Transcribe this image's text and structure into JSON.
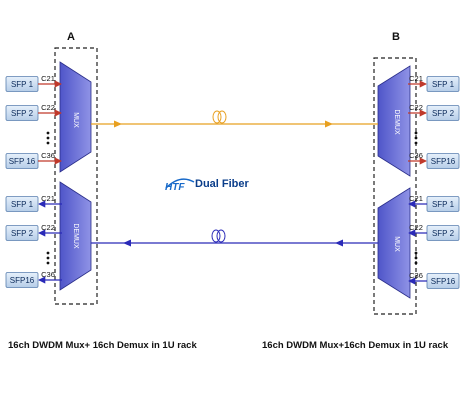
{
  "site_a": {
    "label": "A"
  },
  "site_b": {
    "label": "B"
  },
  "upper_a": {
    "device": "MUX",
    "ports": [
      {
        "sfp": "SFP 1",
        "channel": "C21"
      },
      {
        "sfp": "SFP 2",
        "channel": "C22"
      },
      {
        "sfp": "SFP 16",
        "channel": "C36"
      }
    ]
  },
  "lower_a": {
    "device": "DEMUX",
    "ports": [
      {
        "sfp": "SFP 1",
        "channel": "C21"
      },
      {
        "sfp": "SFP 2",
        "channel": "C22"
      },
      {
        "sfp": "SFP16",
        "channel": "C36"
      }
    ]
  },
  "upper_b": {
    "device": "DEMUX",
    "ports": [
      {
        "sfp": "SFP 1",
        "channel": "C21"
      },
      {
        "sfp": "SFP 2",
        "channel": "C22"
      },
      {
        "sfp": "SFP16",
        "channel": "C36"
      }
    ]
  },
  "lower_b": {
    "device": "MUX",
    "ports": [
      {
        "sfp": "SFP 1",
        "channel": "C21"
      },
      {
        "sfp": "SFP 2",
        "channel": "C22"
      },
      {
        "sfp": "SFP16",
        "channel": "C36"
      }
    ]
  },
  "center": {
    "logo": "HTF",
    "label": "Dual Fiber"
  },
  "captions": {
    "left": "16ch DWDM Mux+ 16ch Demux in 1U rack",
    "right": "16ch DWDM Mux+16ch Demux in 1U rack"
  },
  "colors": {
    "fiber_top": "#e8a020",
    "fiber_bottom": "#2a2ab8",
    "link_out": "#c0392b",
    "mux_fill": "#6b6fd6",
    "sfp_fill": "#cfe0f3"
  }
}
